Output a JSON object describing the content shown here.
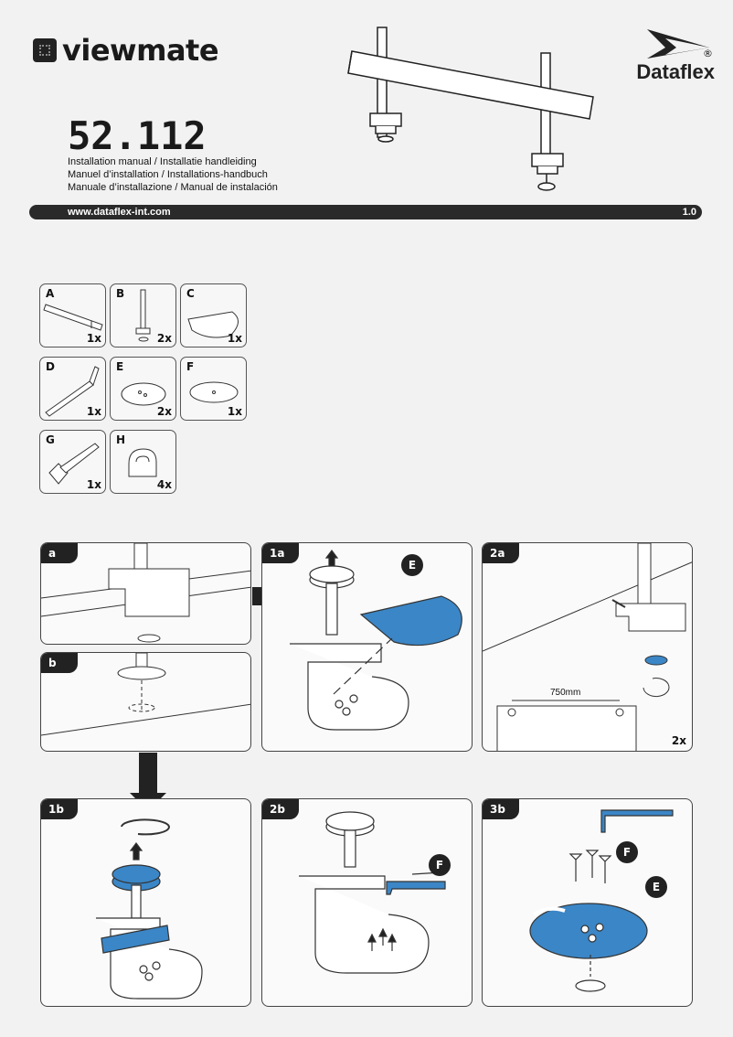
{
  "header": {
    "brand": "viewmate",
    "model": "52.112",
    "titles": [
      "Installation manual / Installatie handleiding",
      "Manuel d’installation / Installations-handbuch",
      "Manuale d’installazione / Manual de instalación"
    ],
    "url": "www.dataflex-int.com",
    "version": "1.0",
    "maker": "Dataflex",
    "registered": "®"
  },
  "parts": [
    {
      "letter": "A",
      "qty": "1x"
    },
    {
      "letter": "B",
      "qty": "2x"
    },
    {
      "letter": "C",
      "qty": "1x"
    },
    {
      "letter": "D",
      "qty": "1x"
    },
    {
      "letter": "E",
      "qty": "2x"
    },
    {
      "letter": "F",
      "qty": "1x"
    },
    {
      "letter": "G",
      "qty": "1x"
    },
    {
      "letter": "H",
      "qty": "4x"
    }
  ],
  "steps": {
    "a": "a",
    "b": "b",
    "s1a": "1a",
    "s2a": "2a",
    "s1b": "1b",
    "s2b": "2b",
    "s3b": "3b"
  },
  "step_2a": {
    "dimension": "750mm",
    "qty": "2x"
  },
  "callouts": {
    "e": "E",
    "f": "F"
  },
  "colors": {
    "accent_blue": "#3b86c6",
    "dark": "#222222"
  }
}
